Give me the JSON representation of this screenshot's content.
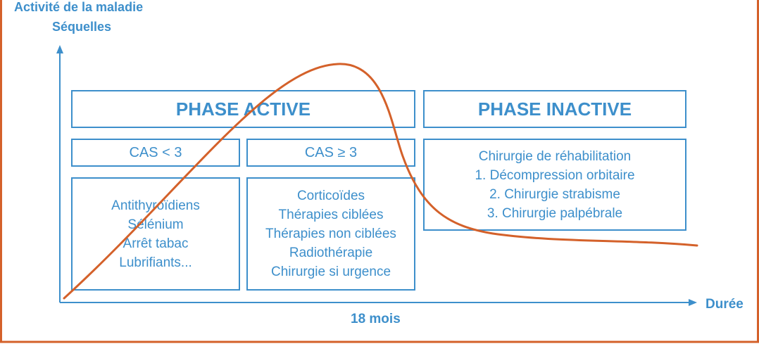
{
  "axes": {
    "y_label_line1": "Activité de la maladie",
    "y_label_line2": "Séquelles",
    "x_label": "Durée",
    "x_mark": "18 mois"
  },
  "active_phase": {
    "title": "PHASE ACTIVE",
    "cas_low": {
      "label": "CAS < 3",
      "items": [
        "Antithyroïdiens",
        "Sélénium",
        "Arrêt tabac",
        "Lubrifiants..."
      ]
    },
    "cas_high": {
      "label": "CAS ≥ 3",
      "items": [
        "Corticoïdes",
        "Thérapies ciblées",
        "Thérapies non ciblées",
        "Radiothérapie",
        "Chirurgie si urgence"
      ]
    }
  },
  "inactive_phase": {
    "title": "PHASE INACTIVE",
    "items": [
      "Chirurgie de réhabilitation",
      "1. Décompression orbitaire",
      "2. Chirurgie strabisme",
      "3. Chirurgie palpébrale"
    ]
  },
  "colors": {
    "primary_blue": "#3d8fcb",
    "frame_orange": "#d4612a",
    "curve_orange": "#d4612a"
  }
}
